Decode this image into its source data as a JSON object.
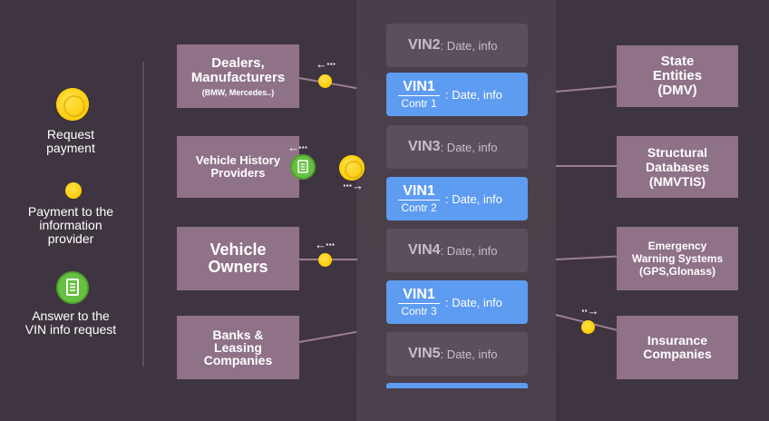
{
  "legend": {
    "request_payment": "Request\npayment",
    "payment_to_provider": "Payment to the\ninformation\nprovider",
    "answer_to_request": "Answer to the\nVIN info request"
  },
  "left_entities": {
    "dealers": {
      "title": "Dealers,\nManufacturers",
      "subtitle": "(BMW, Mercedes..)"
    },
    "history_providers": {
      "title": "Vehicle History\nProviders"
    },
    "vehicle_owners": {
      "title": "Vehicle\nOwners"
    },
    "banks": {
      "title": "Banks &\nLeasing\nCompanies"
    }
  },
  "right_entities": {
    "state": {
      "title": "State\nEntities\n(DMV)"
    },
    "structural": {
      "title": "Structural\nDatabases\n(NMVTIS)"
    },
    "emergency": {
      "title": "Emergency\nWarning Systems\n(GPS,Glonass)"
    },
    "insurance": {
      "title": "Insurance\nCompanies"
    }
  },
  "chain": {
    "vin2": {
      "vin": "VIN2",
      "info": ": Date, info"
    },
    "vin1_c1": {
      "vin": "VIN1",
      "contr": "Contr 1",
      "info": ": Date, info"
    },
    "vin3": {
      "vin": "VIN3",
      "info": ": Date, info"
    },
    "vin1_c2": {
      "vin": "VIN1",
      "contr": "Contr 2",
      "info": ": Date, info"
    },
    "vin4": {
      "vin": "VIN4",
      "info": ": Date, info"
    },
    "vin1_c3": {
      "vin": "VIN1",
      "contr": "Contr 3",
      "info": ": Date, info"
    },
    "vin5": {
      "vin": "VIN5",
      "info": ": Date, info"
    }
  },
  "colors": {
    "background": "#3f3540",
    "entity_box": "#8f7288",
    "block_gray": "#5a4f5b",
    "block_blue": "#5e9cf1",
    "coin": "#ffd11a",
    "answer_badge": "#66c041"
  },
  "icons": [
    "coin-icon",
    "document-icon",
    "arrow-left-icon",
    "arrow-right-icon"
  ]
}
